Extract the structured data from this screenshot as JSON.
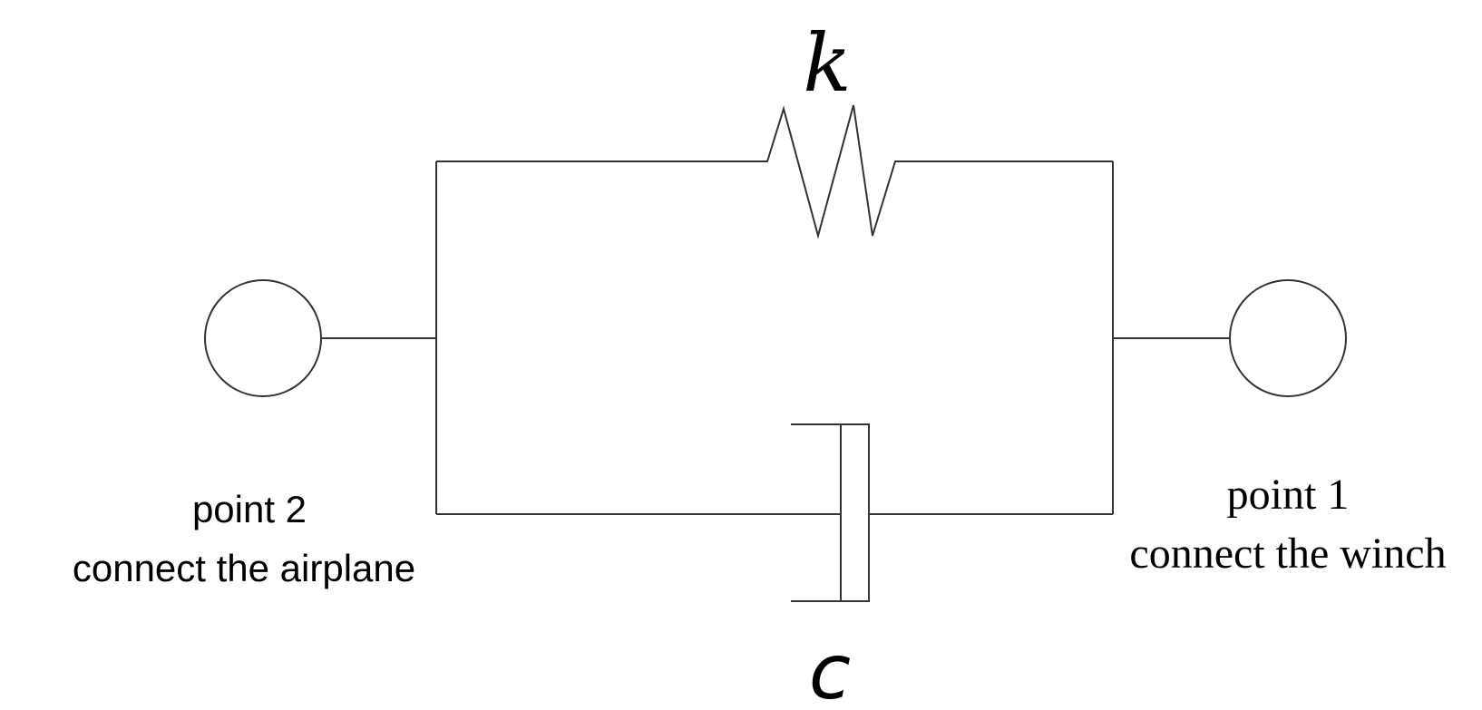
{
  "spring_label": "k",
  "damper_label": "c",
  "left_terminal": {
    "line1": "point 2",
    "line2": "connect the airplane"
  },
  "right_terminal": {
    "line1": "point 1",
    "line2": "connect the winch"
  }
}
